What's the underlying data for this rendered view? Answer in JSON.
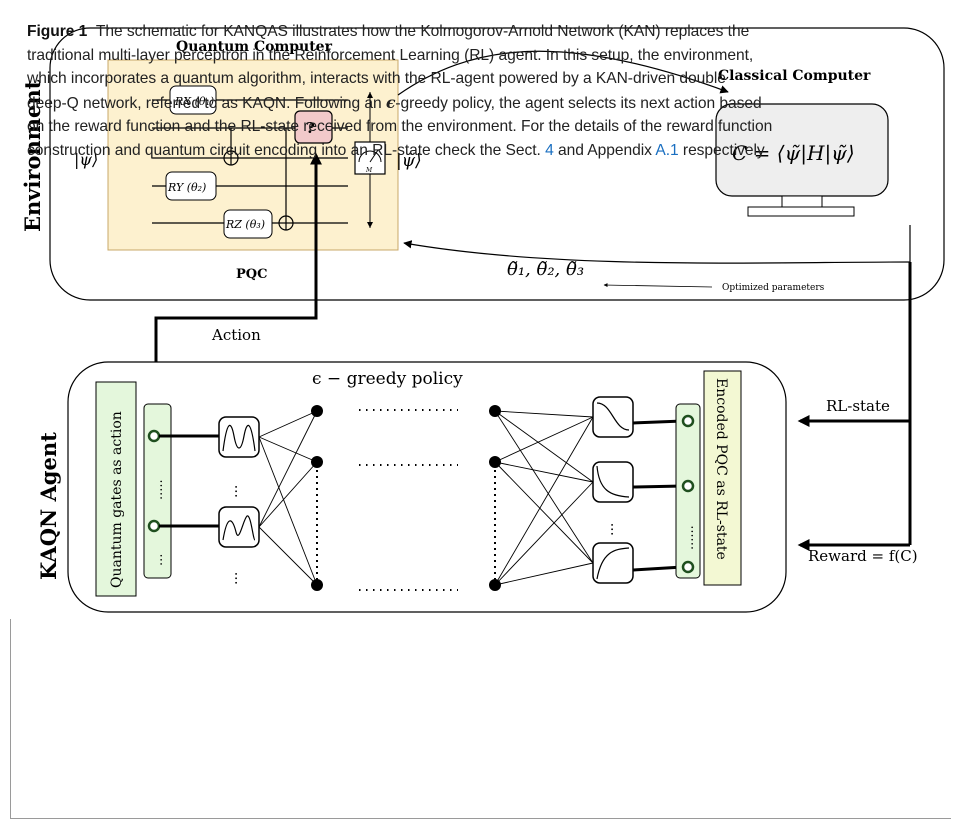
{
  "figure": {
    "environment_label": "Environment",
    "agent_label": "KAQN Agent",
    "quantum_computer_title": "Quantum Computer",
    "classical_computer_title": "Classical Computer",
    "pqc_label": "PQC",
    "input_state": "|ψ⟩",
    "output_state": "|ψ̃⟩",
    "gates": {
      "rx": "RX (θ₁)",
      "ry": "RY (θ₂)",
      "rz": "RZ (θ₃)",
      "unknown": "?",
      "measure": "M"
    },
    "cost_function": "C = ⟨ψ̃|H|ψ̃⟩",
    "optimized_params_math": "θ̃₁, θ̃₂, θ̃₃",
    "optimized_params_label": "Optimized parameters",
    "action_label": "Action",
    "policy_label": "ϵ − greedy policy",
    "rl_state_label": "RL-state",
    "reward_label": "Reward = f(C)",
    "left_box_label": "Quantum gates as action",
    "right_box_label": "Encoded PQC as RL-state",
    "colors": {
      "pqc_fill": "#fdf1cf",
      "unknown_gate_fill": "#f2c9ca",
      "green_box_fill": "#e4f7dc",
      "yellow_box_fill": "#f3f8d3",
      "monitor_fill": "#eeeeee",
      "link": "#1a6fc1"
    }
  },
  "caption": {
    "label": "Figure 1",
    "line1": "The schematic for KANQAS illustrates how the Kolmogorov-Arnold Network (KAN) replaces the",
    "line2": "traditional multi-layer perceptron in the Reinforcement Learning (RL) agent. In this setup, the environment,",
    "line3": "which incorporates a quantum algorithm, interacts with the RL-agent powered by a KAN-driven double",
    "line4": "deep-Q network, referred to as KAQN. Following an",
    "line4_symbol": "ϵ",
    "line4_rest": "-greedy policy, the agent selects its next action based",
    "line5": "on the reward function and the RL-state received from the environment. For the details of the reward function",
    "line6_a": "construction and quantum circuit encoding into an RL-state check the Sect.",
    "line6_sect": "4",
    "line6_b": "and Appendix",
    "line6_appendix": "A.1",
    "line6_c": "respectively"
  }
}
